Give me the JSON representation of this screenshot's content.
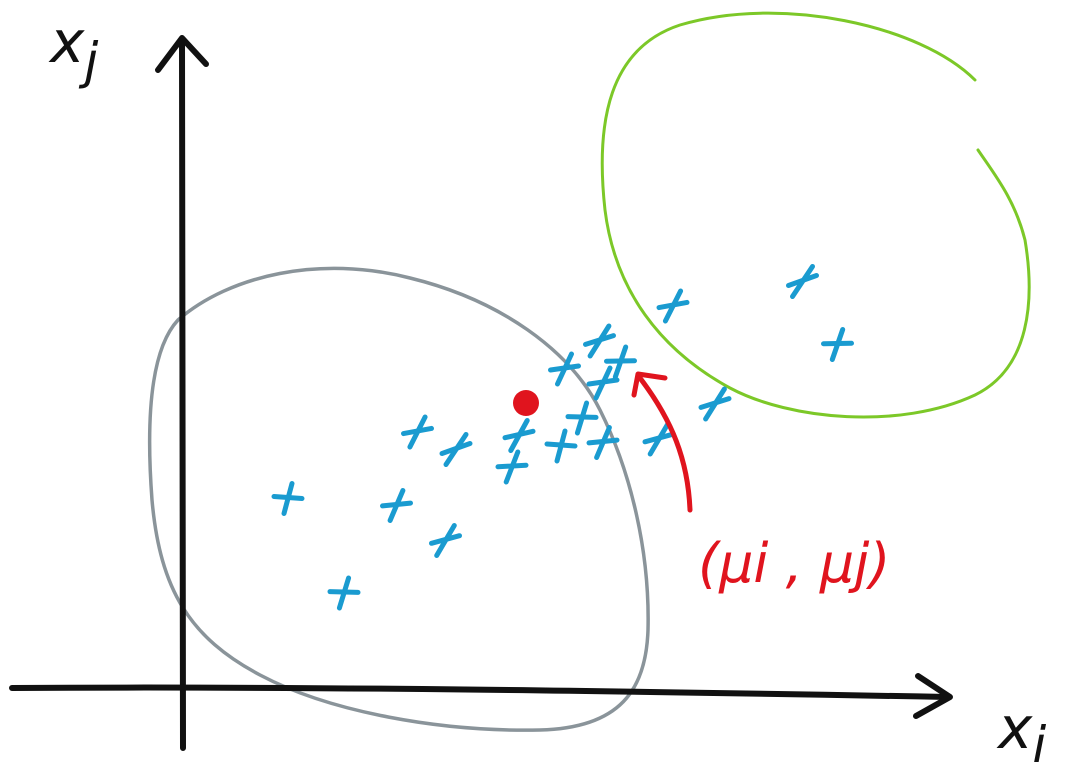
{
  "x_axis_label": "xi",
  "x_axis_label_main": "x",
  "x_axis_label_sub": "i",
  "y_axis_label": "xj",
  "y_axis_label_main": "x",
  "y_axis_label_sub": "j",
  "mean_annotation": "(μi , μj)",
  "colors": {
    "axes": "#111111",
    "points": "#1a9bd0",
    "cluster_a": "#8a949a",
    "cluster_b": "#7cc828",
    "mean": "#e0141e"
  },
  "points": [
    {
      "xi": 0.3,
      "xj": 0.55
    },
    {
      "xi": 0.61,
      "xj": 0.53
    },
    {
      "xi": 0.75,
      "xj": 0.43
    },
    {
      "xi": 0.46,
      "xj": 0.28
    },
    {
      "xi": 1.2,
      "xj": 0.88
    },
    {
      "xi": 1.52,
      "xj": 0.82
    },
    {
      "xi": 1.87,
      "xj": 0.99
    },
    {
      "xi": 0.67,
      "xj": 0.74
    },
    {
      "xi": 0.78,
      "xj": 0.69
    },
    {
      "xi": 0.94,
      "xj": 0.64
    },
    {
      "xi": 0.96,
      "xj": 0.73
    },
    {
      "xi": 1.08,
      "xj": 0.7
    },
    {
      "xi": 1.2,
      "xj": 0.71
    },
    {
      "xi": 1.36,
      "xj": 0.72
    },
    {
      "xi": 1.14,
      "xj": 0.78
    },
    {
      "xi": 1.09,
      "xj": 0.92
    },
    {
      "xi": 1.19,
      "xj": 1.0
    },
    {
      "xi": 1.25,
      "xj": 0.94
    },
    {
      "xi": 1.4,
      "xj": 1.1
    },
    {
      "xi": 1.77,
      "xj": 1.17
    }
  ],
  "mean": {
    "xi": 0.98,
    "xj": 0.82
  }
}
